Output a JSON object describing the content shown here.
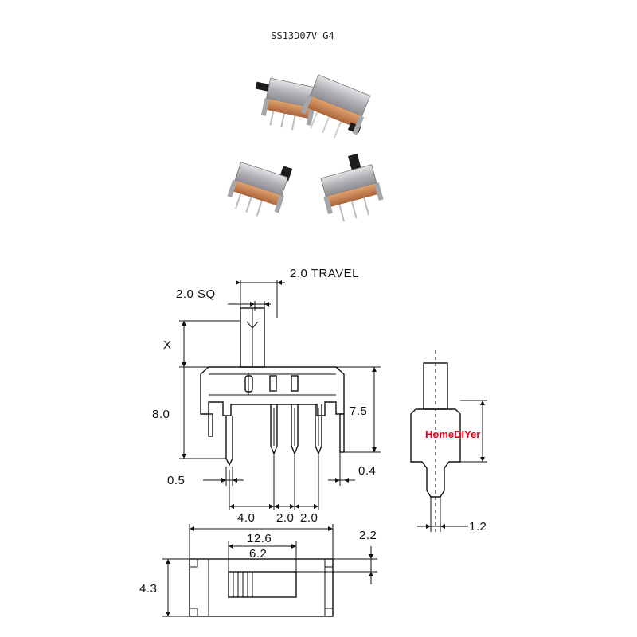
{
  "header": {
    "model": "SS13D07V G4"
  },
  "photo": {
    "icon": "slide-switch-photo-icon",
    "count": 4
  },
  "dimensions": {
    "travel": "2.0 TRAVEL",
    "actuator_sq": "2.0 SQ",
    "actuator_height": "X",
    "overall_height": "8.0",
    "body_height": "7.5",
    "pin_width": "0.5",
    "lug_thickness": "0.4",
    "pin_spacing_outer": "4.0",
    "pin_spacing_1": "2.0",
    "pin_spacing_2": "2.0",
    "side_pin_width": "1.2",
    "body_length": "12.6",
    "slot_length": "6.2",
    "top_offset": "2.2",
    "body_width": "4.3"
  },
  "watermark": "HomeDIYer",
  "colors": {
    "line": "#111111",
    "watermark": "#e0001b",
    "metal": "#b9b9bd",
    "copper": "#c9864f",
    "actuator": "#1c1c1c"
  }
}
